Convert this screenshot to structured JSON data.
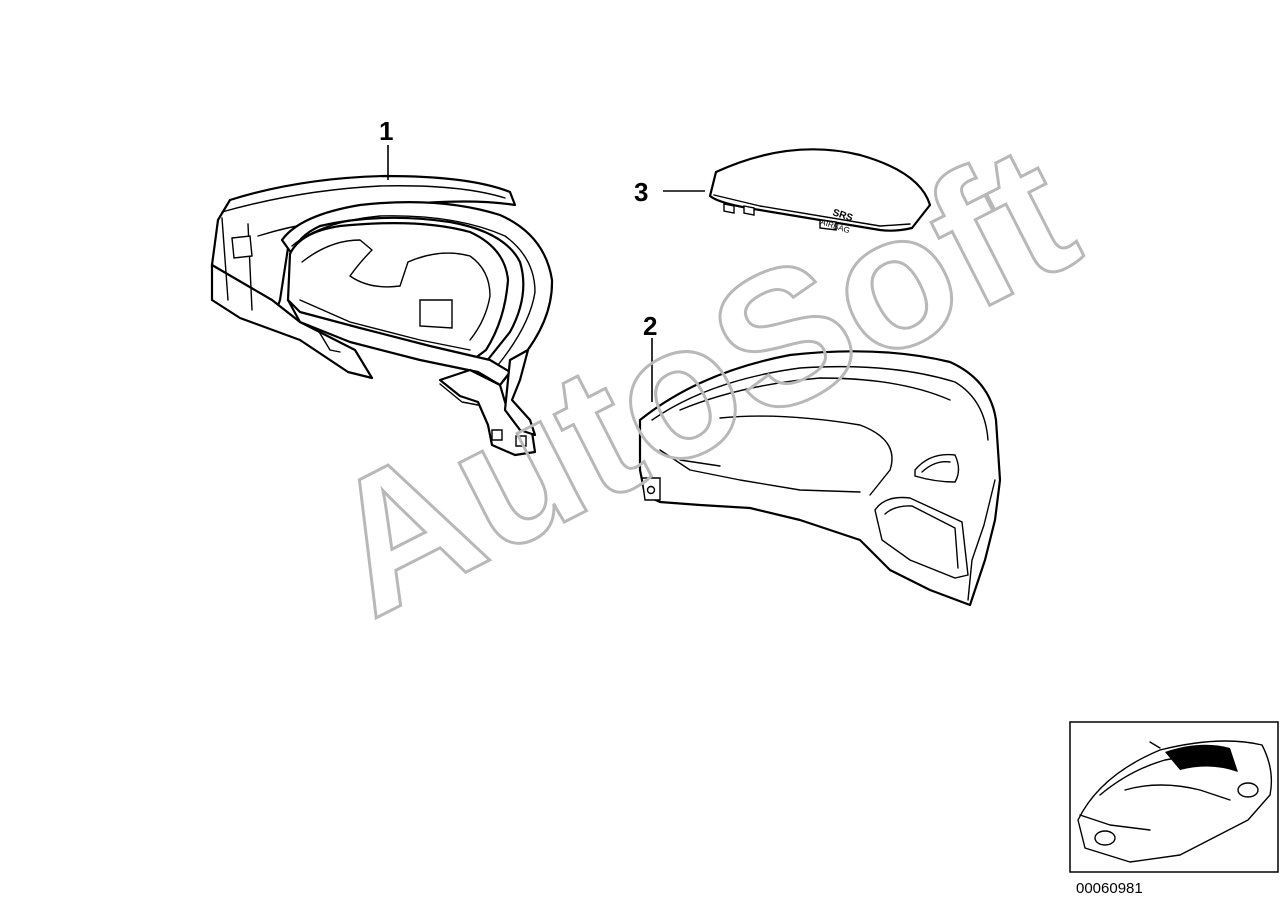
{
  "callouts": {
    "part1": "1",
    "part2": "2",
    "part3": "3"
  },
  "cover_label": {
    "line1": "SRS",
    "line2": "AIRBAG"
  },
  "watermark": "AutoSoft",
  "document_number": "00060981",
  "colors": {
    "line": "#000000",
    "watermark": "#b8b8b8",
    "background": "#ffffff"
  }
}
